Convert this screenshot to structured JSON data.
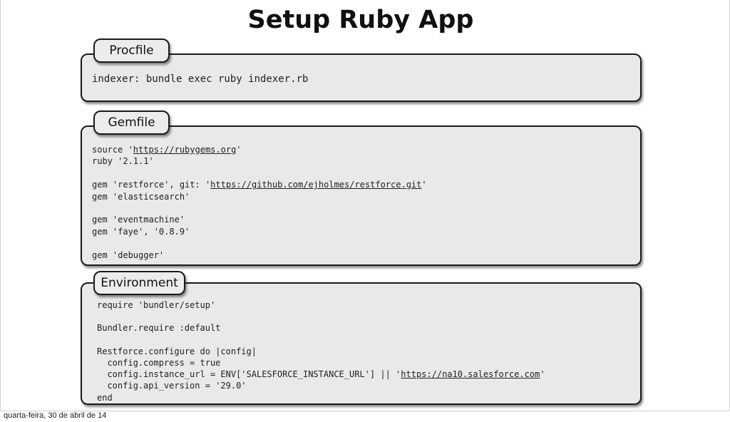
{
  "slide": {
    "title": "Setup Ruby App",
    "footer_date": "quarta-feira, 30 de abril de 14"
  },
  "procfile": {
    "label": "Procfile",
    "line": "indexer: bundle exec ruby indexer.rb"
  },
  "gemfile": {
    "label": "Gemfile",
    "source_prefix": "source '",
    "source_url": "https://rubygems.org",
    "source_suffix": "'",
    "ruby_line": "ruby '2.1.1'",
    "restforce_prefix": "gem 'restforce', git: '",
    "restforce_url": "https://github.com/ejholmes/restforce.git",
    "restforce_suffix": "'",
    "elasticsearch_line": "gem 'elasticsearch'",
    "eventmachine_line": "gem 'eventmachine'",
    "faye_line": "gem 'faye', '0.8.9'",
    "debugger_line": "gem 'debugger'"
  },
  "environment": {
    "label": "Environment",
    "require_line": "require 'bundler/setup'",
    "bundler_line": "Bundler.require :default",
    "configure_line": "Restforce.configure do |config|",
    "compress_line": "  config.compress = true",
    "instance_prefix": "  config.instance_url = ENV['SALESFORCE_INSTANCE_URL'] || '",
    "instance_url": "https://na10.salesforce.com",
    "instance_suffix": "'",
    "api_line": "  config.api_version = '29.0'",
    "end_line": "end"
  }
}
